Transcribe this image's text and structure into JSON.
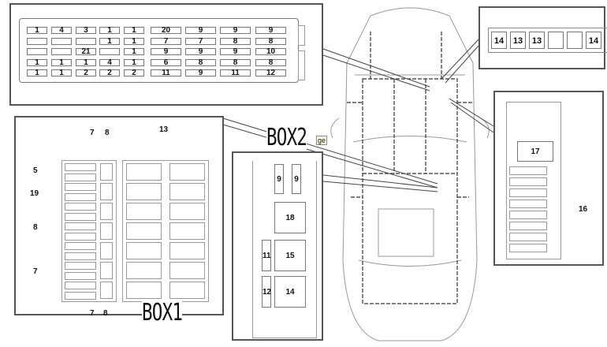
{
  "main_fuse_block": {
    "rows": [
      [
        "1",
        "4",
        "3",
        "1",
        "1",
        "20",
        "9",
        "9",
        "9"
      ],
      [
        "",
        "",
        "",
        "1",
        "1",
        "7",
        "7",
        "8",
        "8"
      ],
      [
        "",
        "",
        "21",
        "",
        "1",
        "9",
        "9",
        "9",
        "10"
      ],
      [
        "1",
        "1",
        "1",
        "4",
        "1",
        "6",
        "8",
        "8",
        "8"
      ],
      [
        "1",
        "1",
        "2",
        "2",
        "2",
        "11",
        "9",
        "11",
        "12"
      ]
    ]
  },
  "connector_block": {
    "cells": [
      "14",
      "13",
      "13",
      "",
      "",
      "14"
    ]
  },
  "box1": {
    "title": "BOX1",
    "top_labels": [
      "7",
      "8"
    ],
    "bottom_labels": [
      "7",
      "8"
    ],
    "relay_label": "13",
    "side_labels": [
      "5",
      "19",
      "8",
      "7"
    ]
  },
  "box2": {
    "title": "BOX2",
    "tooltip": "ge",
    "fuses": [
      "9",
      "9",
      "18",
      "11",
      "15",
      "12",
      "14"
    ]
  },
  "right_box": {
    "relay": "17",
    "fuse_label": "16"
  }
}
